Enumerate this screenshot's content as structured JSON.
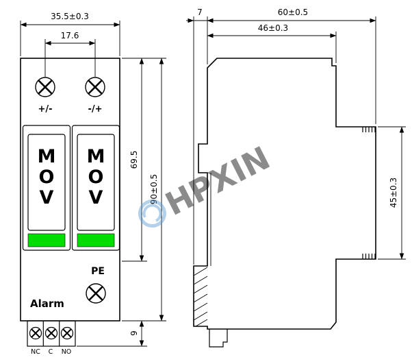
{
  "watermark": {
    "text": "HPXIN",
    "color": "#5b9bd5"
  },
  "colors": {
    "indicator_green": "#00dd00"
  },
  "front_view": {
    "dims": {
      "width": "35.5±0.3",
      "terminal_pitch": "17.6",
      "body_height": "69.5",
      "total_height": "90±0.5",
      "terminal_block_height": "9"
    },
    "labels": {
      "polarity_left": "+/-",
      "polarity_right": "-/+",
      "pe": "PE",
      "alarm": "Alarm"
    },
    "module_letters": [
      "M",
      "O",
      "V"
    ],
    "bottom_terminal_labels": [
      "NC",
      "C",
      "NO"
    ]
  },
  "side_view": {
    "dims": {
      "clip_offset": "7",
      "total_depth": "60±0.5",
      "body_depth": "46±0.3",
      "block_height": "45±0.3"
    }
  }
}
